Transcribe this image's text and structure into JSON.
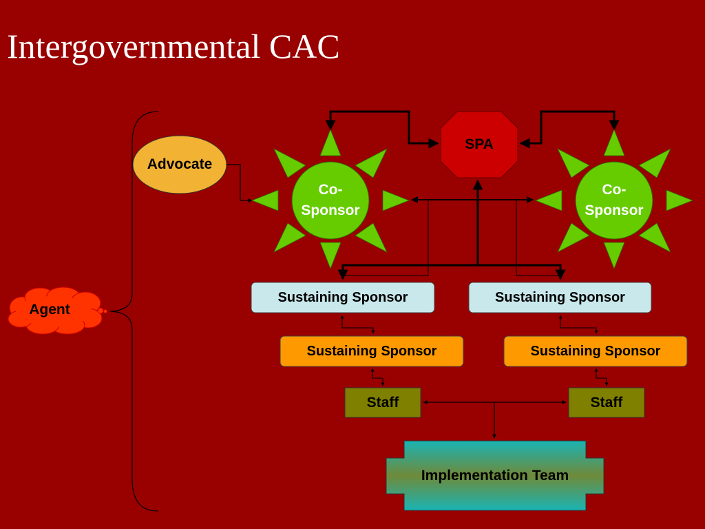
{
  "slide": {
    "title": "Intergovernmental CAC"
  },
  "colors": {
    "background": "#990000",
    "advocate": "#f2b233",
    "agent": "#ff3300",
    "spa": "#cc0000",
    "sun": "#66cc00",
    "sustaining_sponsor_top": "#c9e8ec",
    "sustaining_sponsor_bottom": "#ff9900",
    "staff": "#808000",
    "implementation_team": "#23a8a8"
  },
  "diagram": {
    "agent": "Agent",
    "advocate": "Advocate",
    "spa": "SPA",
    "co_sponsor_left": {
      "line1": "Co-",
      "line2": "Sponsor"
    },
    "co_sponsor_right": {
      "line1": "Co-",
      "line2": "Sponsor"
    },
    "sustaining_top_left": "Sustaining Sponsor",
    "sustaining_top_right": "Sustaining Sponsor",
    "sustaining_bottom_left": "Sustaining Sponsor",
    "sustaining_bottom_right": "Sustaining Sponsor",
    "staff_left": "Staff",
    "staff_right": "Staff",
    "implementation_team": "Implementation Team"
  }
}
